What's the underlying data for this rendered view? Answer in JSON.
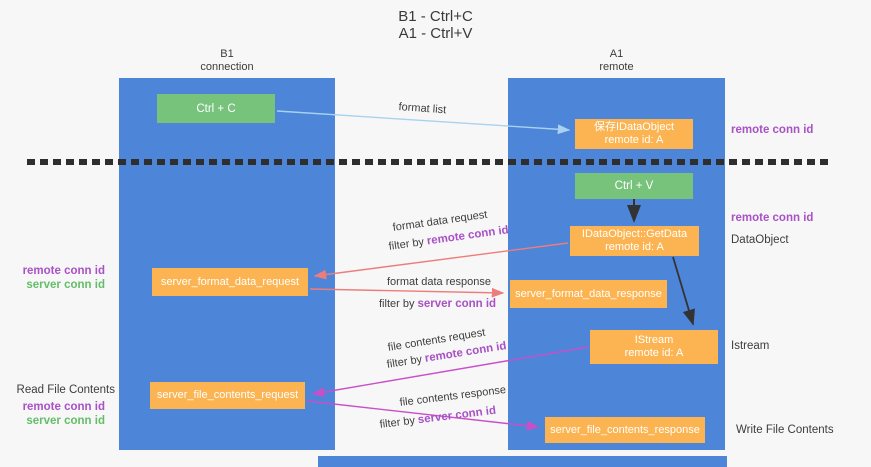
{
  "title": {
    "line1": "B1 - Ctrl+C",
    "line2": "A1 - Ctrl+V"
  },
  "lanes": {
    "left": {
      "name": "B1",
      "role": "connection"
    },
    "right": {
      "name": "A1",
      "role": "remote"
    }
  },
  "nodes": {
    "ctrl_c": {
      "label": "Ctrl + C"
    },
    "ctrl_v": {
      "label": "Ctrl + V"
    },
    "save_dataobject": {
      "line1": "保存IDataObject",
      "line2": "remote id: A"
    },
    "getdata": {
      "line1": "IDataObject::GetData",
      "line2": "remote id: A"
    },
    "istream": {
      "line1": "IStream",
      "line2": "remote id: A"
    },
    "format_request": {
      "label": "server_format_data_request"
    },
    "format_response": {
      "label": "server_format_data_response"
    },
    "file_request": {
      "label": "server_file_contents_request"
    },
    "file_response": {
      "label": "server_file_contents_response"
    }
  },
  "edges": {
    "format_list": {
      "label": "format list"
    },
    "format_data_request": {
      "label": "format data request",
      "filter_prefix": "filter by",
      "filter_key": "remote conn id"
    },
    "format_data_response": {
      "label": "format data response",
      "filter_prefix": "filter by",
      "filter_key": "server conn id"
    },
    "file_contents_request": {
      "label": "file contents request",
      "filter_prefix": "filter by",
      "filter_key": "remote conn id"
    },
    "file_contents_response": {
      "label": "file contents response",
      "filter_prefix": "filter by",
      "filter_key": "server conn id"
    }
  },
  "annotations": {
    "right_top_remote_conn_id": "remote conn id",
    "right_mid_remote_conn_id": "remote conn id",
    "dataobject": "DataObject",
    "istream": "Istream",
    "write_file_contents": "Write File Contents",
    "left_mid_remote_conn_id": "remote conn id",
    "left_mid_server_conn_id": "server conn id",
    "read_file_contents": "Read File Contents",
    "left_bottom_remote_conn_id": "remote conn id",
    "left_bottom_server_conn_id": "server conn id"
  },
  "colors": {
    "lane_blue": "#4d85d8",
    "box_green": "#77c37c",
    "box_orange": "#fbb451",
    "arrow_light_blue": "#a8d2f0",
    "arrow_red": "#ed7d7d",
    "arrow_magenta": "#c94fc9",
    "arrow_black": "#333333",
    "label_purple": "#a951c5",
    "label_green": "#65bd69"
  }
}
